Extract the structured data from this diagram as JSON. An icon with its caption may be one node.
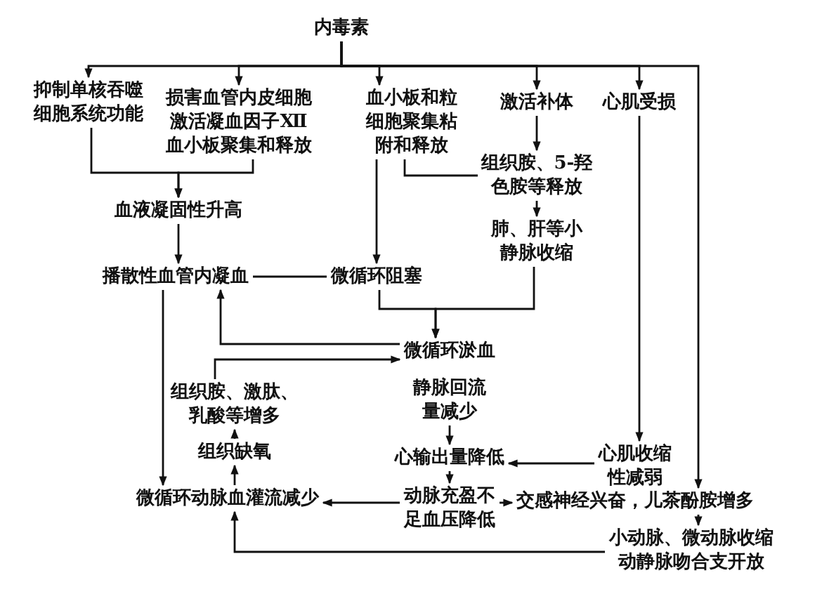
{
  "diagram": {
    "nodes": [
      {
        "text": [
          "内毒素"
        ]
      },
      {
        "text": [
          "抑制单核吞噬细胞系统功能"
        ]
      },
      {
        "text": [
          "损害血管内皮细胞激活凝血因子Ⅻ血小板聚集和释放"
        ]
      },
      {
        "text": [
          "血小板和粒细胞聚集粘附和释放"
        ]
      },
      {
        "text": [
          "激活补体"
        ]
      },
      {
        "text": [
          "心肌受损"
        ]
      },
      {
        "text": [
          "血液凝固性升高"
        ]
      },
      {
        "text": [
          "组织胺、5-羟色胺等释放"
        ]
      },
      {
        "text": [
          "肺、肝等小静脉收缩"
        ]
      },
      {
        "text": [
          "播散性血管内凝血"
        ]
      },
      {
        "text": [
          "微循环阻塞"
        ]
      },
      {
        "text": [
          "微循环淤血"
        ]
      },
      {
        "text": [
          "组织胺、激肽、乳酸等增多"
        ]
      },
      {
        "text": [
          "静脉回流量减少"
        ]
      },
      {
        "text": [
          "组织缺氧"
        ]
      },
      {
        "text": [
          "心输出量降低"
        ]
      },
      {
        "text": [
          "心肌收缩性减弱"
        ]
      },
      {
        "text": [
          "微循环动脉血灌流减少"
        ]
      },
      {
        "text": [
          "动脉充盈不足血压降低"
        ]
      },
      {
        "text": [
          "交感神经兴奋，儿茶酚胺增多"
        ]
      },
      {
        "text": [
          "小动脉、微动脉收缩动静脉吻合支开放"
        ]
      }
    ],
    "edges": [
      {
        "from": 0,
        "to": 1,
        "arrow": "to"
      },
      {
        "from": 0,
        "to": 2,
        "arrow": "to"
      },
      {
        "from": 0,
        "to": 3,
        "arrow": "to"
      },
      {
        "from": 0,
        "to": 4,
        "arrow": "to"
      },
      {
        "from": 0,
        "to": 5,
        "arrow": "to"
      },
      {
        "from": 0,
        "to": 19,
        "arrow": "to"
      },
      {
        "from": 1,
        "to": 6,
        "arrow": "to"
      },
      {
        "from": 2,
        "to": 6,
        "arrow": "to"
      },
      {
        "from": 3,
        "to": 10,
        "arrow": "to"
      },
      {
        "from": 3,
        "to": 7,
        "arrow": "none"
      },
      {
        "from": 4,
        "to": 7,
        "arrow": "to"
      },
      {
        "from": 7,
        "to": 8,
        "arrow": "to"
      },
      {
        "from": 6,
        "to": 9,
        "arrow": "to"
      },
      {
        "from": 9,
        "to": 10,
        "arrow": "none"
      },
      {
        "from": 10,
        "to": 11,
        "arrow": "to"
      },
      {
        "from": 8,
        "to": 11,
        "arrow": "to"
      },
      {
        "from": 11,
        "to": 9,
        "arrow": "to"
      },
      {
        "from": 12,
        "to": 11,
        "arrow": "to"
      },
      {
        "from": 14,
        "to": 12,
        "arrow": "to"
      },
      {
        "from": 17,
        "to": 14,
        "arrow": "to"
      },
      {
        "from": 9,
        "to": 17,
        "arrow": "to"
      },
      {
        "from": 13,
        "to": 15,
        "arrow": "to"
      },
      {
        "from": 15,
        "to": 18,
        "arrow": "to"
      },
      {
        "from": 16,
        "to": 15,
        "arrow": "to"
      },
      {
        "from": 5,
        "to": 16,
        "arrow": "to"
      },
      {
        "from": 18,
        "to": 17,
        "arrow": "to"
      },
      {
        "from": 18,
        "to": 19,
        "arrow": "to"
      },
      {
        "from": 19,
        "to": 20,
        "arrow": "to"
      },
      {
        "from": 20,
        "to": 17,
        "arrow": "to"
      }
    ]
  }
}
